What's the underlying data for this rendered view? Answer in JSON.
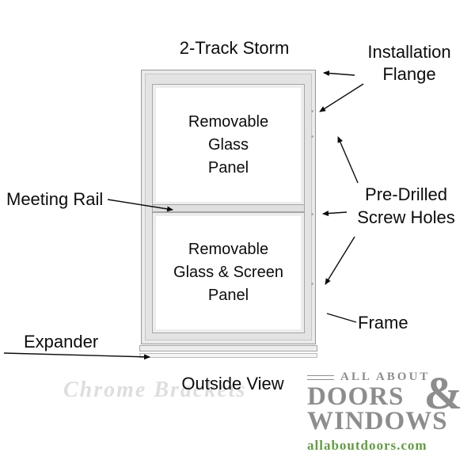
{
  "title": "2-Track Storm",
  "caption": "Outside View",
  "watermark": "Chrome Brackets",
  "window": {
    "top_panel": {
      "lines": [
        "Removable",
        "Glass",
        "Panel"
      ]
    },
    "bottom_panel": {
      "lines": [
        "Removable",
        "Glass & Screen",
        "Panel"
      ]
    }
  },
  "callouts": {
    "installation_flange": {
      "lines": [
        "Installation",
        "Flange"
      ]
    },
    "meeting_rail": "Meeting Rail",
    "pre_drilled_screw_holes": {
      "lines": [
        "Pre-Drilled",
        "Screw Holes"
      ]
    },
    "frame": "Frame",
    "expander": "Expander"
  },
  "logo": {
    "tagline": "ALL ABOUT",
    "word1": "DOORS",
    "ampersand": "&",
    "word2": "WINDOWS",
    "website": "allaboutdoors.com",
    "gray_color": "#8d8d8d",
    "green_color": "#5f9e3e"
  }
}
